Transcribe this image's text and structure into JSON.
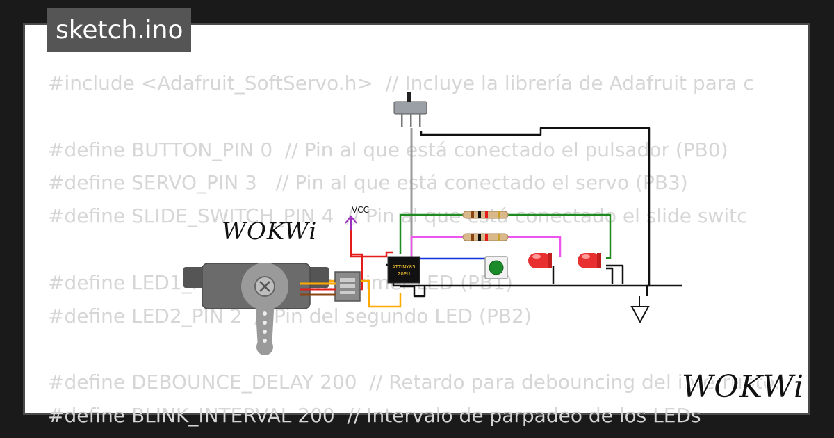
{
  "file_tab": {
    "label": "sketch.ino"
  },
  "code_lines": [
    "#include <Adafruit_SoftServo.h>  // Incluye la librería de Adafruit para c",
    "",
    "#define BUTTON_PIN 0  // Pin al que está conectado el pulsador (PB0)",
    "#define SERVO_PIN 3   // Pin al que está conectado el servo (PB3)",
    "#define SLIDE_SWITCH_PIN 4  // Pin al que está conectado el slide switc",
    "",
    "#define LED1_PIN 1  // Pin del primer LED (PB1)",
    "#define LED2_PIN 2  // Pin del segundo LED (PB2)",
    "",
    "#define DEBOUNCE_DELAY 200  // Retardo para debouncing del interruptor",
    "#define BLINK_INTERVAL 200  // Intervalo de parpadeo de los LEDs"
  ],
  "circuit": {
    "vcc_label": "VCC",
    "chip_label_line1": "ATTINY85",
    "chip_label_line2": "20PU",
    "wokwi_logo_small": "WOKWi",
    "wokwi_logo_large": "WOKWi",
    "wire_colors": {
      "black": "#111111",
      "gray": "#9a9a9a",
      "red": "#e31b1b",
      "green": "#1f8a1f",
      "magenta": "#ee55ee",
      "blue": "#1133dd",
      "orange": "#ffaa00"
    },
    "led_color": "#e83030",
    "button_color": "#1a8a2a"
  }
}
